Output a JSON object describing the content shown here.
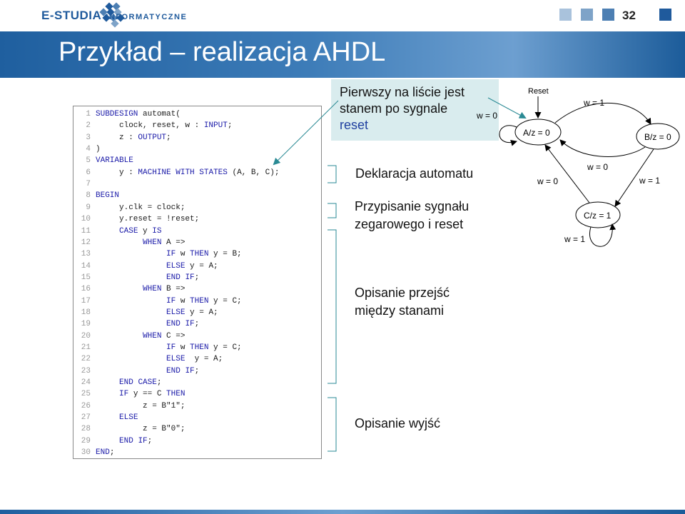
{
  "header": {
    "brand_main": "E-STUDIA",
    "brand_sub": "INFORMATYCZNE",
    "page_number": "32",
    "square_colors": [
      "#a9c2dc",
      "#7ea3c8",
      "#4d7fb3",
      "#1f5a9c"
    ]
  },
  "slide": {
    "title": "Przykład – realizacja AHDL"
  },
  "code": {
    "lines": [
      {
        "n": "1",
        "t": "SUBDESIGN automat("
      },
      {
        "n": "2",
        "t": "     clock, reset, w : INPUT;"
      },
      {
        "n": "3",
        "t": "     z : OUTPUT;"
      },
      {
        "n": "4",
        "t": ")"
      },
      {
        "n": "5",
        "t": "VARIABLE"
      },
      {
        "n": "6",
        "t": "     y : MACHINE WITH STATES (A, B, C);"
      },
      {
        "n": "7",
        "t": ""
      },
      {
        "n": "8",
        "t": "BEGIN"
      },
      {
        "n": "9",
        "t": "     y.clk = clock;"
      },
      {
        "n": "10",
        "t": "     y.reset = !reset;"
      },
      {
        "n": "11",
        "t": "     CASE y IS"
      },
      {
        "n": "12",
        "t": "          WHEN A =>"
      },
      {
        "n": "13",
        "t": "               IF w THEN y = B;"
      },
      {
        "n": "14",
        "t": "               ELSE y = A;"
      },
      {
        "n": "15",
        "t": "               END IF;"
      },
      {
        "n": "16",
        "t": "          WHEN B =>"
      },
      {
        "n": "17",
        "t": "               IF w THEN y = C;"
      },
      {
        "n": "18",
        "t": "               ELSE y = A;"
      },
      {
        "n": "19",
        "t": "               END IF;"
      },
      {
        "n": "20",
        "t": "          WHEN C =>"
      },
      {
        "n": "21",
        "t": "               IF w THEN y = C;"
      },
      {
        "n": "22",
        "t": "               ELSE  y = A;"
      },
      {
        "n": "23",
        "t": "               END IF;"
      },
      {
        "n": "24",
        "t": "     END CASE;"
      },
      {
        "n": "25",
        "t": "     IF y == C THEN"
      },
      {
        "n": "26",
        "t": "          z = B\"1\";"
      },
      {
        "n": "27",
        "t": "     ELSE"
      },
      {
        "n": "28",
        "t": "          z = B\"0\";"
      },
      {
        "n": "29",
        "t": "     END IF;"
      },
      {
        "n": "30",
        "t": "END;"
      }
    ],
    "keywords": [
      "SUBDESIGN",
      "INPUT",
      "OUTPUT",
      "VARIABLE",
      "MACHINE",
      "WITH",
      "STATES",
      "BEGIN",
      "CASE",
      "IS",
      "WHEN",
      "IF",
      "THEN",
      "ELSE",
      "END"
    ]
  },
  "callout": {
    "line1": "Pierwszy na liście jest",
    "line2": "stanem po sygnale",
    "line3": "reset"
  },
  "annotations": {
    "declaration": "Deklaracja automatu",
    "assignment_line1": "Przypisanie sygnału",
    "assignment_line2": "zegarowego i reset",
    "transitions_line1": "Opisanie przejść",
    "transitions_line2": "między stanami",
    "outputs": "Opisanie wyjść"
  },
  "state_diagram": {
    "reset_label": "Reset",
    "states": {
      "a": "A/z = 0",
      "b": "B/z = 0",
      "c": "C/z = 1"
    },
    "edges": {
      "a_self": "w = 0",
      "a_to_b": "w = 1",
      "b_to_a": "w = 0",
      "c_to_a": "w = 0",
      "b_to_c": "w = 1",
      "c_self": "w = 1"
    }
  }
}
